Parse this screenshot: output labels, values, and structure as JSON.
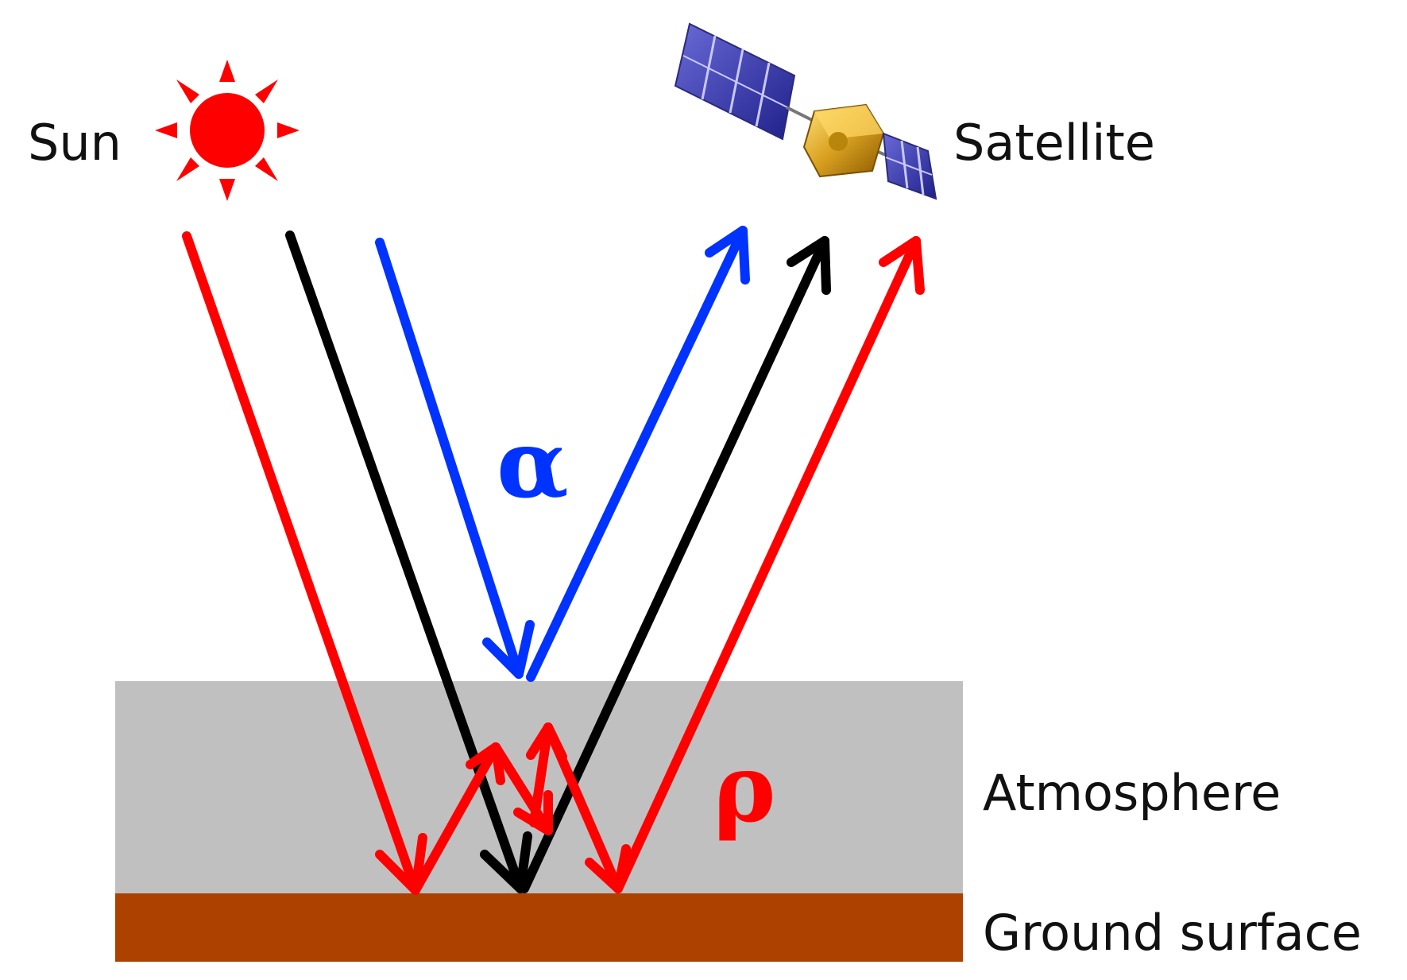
{
  "labels": {
    "sun": "Sun",
    "satellite": "Satellite",
    "atmosphere": "Atmosphere",
    "ground": "Ground surface",
    "alpha": "α",
    "rho": "ρ"
  },
  "colors": {
    "red": "#ff0000",
    "blue": "#0033ff",
    "black": "#000000",
    "atmosphere": "#c0c0c0",
    "ground": "#ad4200",
    "sun": "#ff0000"
  },
  "icons": {
    "sun": "sun-icon",
    "satellite": "satellite-icon"
  }
}
